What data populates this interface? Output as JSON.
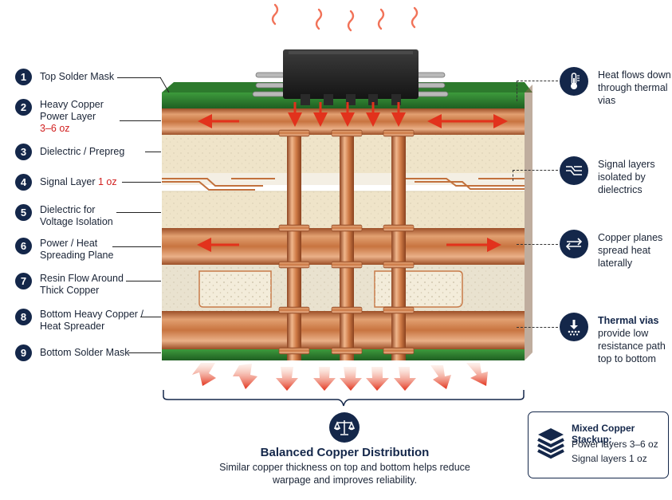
{
  "layers": [
    {
      "num": "1",
      "text": "Top Solder Mask",
      "highlight": ""
    },
    {
      "num": "2",
      "text": "Heavy Copper Power Layer",
      "highlight": "3–6 oz"
    },
    {
      "num": "3",
      "text": "Dielectric / Prepreg",
      "highlight": ""
    },
    {
      "num": "4",
      "text": "Signal Layer",
      "highlight": "1 oz"
    },
    {
      "num": "5",
      "text": "Dielectric for Voltage Isolation",
      "highlight": ""
    },
    {
      "num": "6",
      "text": "Power / Heat Spreading Plane",
      "highlight": ""
    },
    {
      "num": "7",
      "text": "Resin Flow Around Thick Copper",
      "highlight": ""
    },
    {
      "num": "8",
      "text": "Bottom Heavy Copper / Heat Spreader",
      "highlight": ""
    },
    {
      "num": "9",
      "text": "Bottom Solder Mask",
      "highlight": ""
    }
  ],
  "notes": [
    {
      "icon": "thermometer-icon",
      "bold": "",
      "text": "Heat flows down through thermal vias"
    },
    {
      "icon": "signal-traces-icon",
      "bold": "",
      "text": "Signal layers isolated by dielectrics"
    },
    {
      "icon": "lateral-arrows-icon",
      "bold": "",
      "text": "Copper planes spread heat laterally"
    },
    {
      "icon": "heat-down-icon",
      "bold": "Thermal vias",
      "text": "provide low resistance path top to bottom"
    }
  ],
  "balance": {
    "icon": "balance-scale-icon",
    "title": "Balanced Copper Distribution",
    "description": "Similar copper thickness on top and bottom helps reduce warpage and improves reliability."
  },
  "mixed": {
    "icon": "layers-stack-icon",
    "title": "Mixed Copper Stackup:",
    "lines": [
      "Power layers 3–6 oz",
      "Signal layers 1 oz"
    ]
  },
  "colors": {
    "navy": "#14274a",
    "copper": "#cf7a45",
    "solder_mask": "#2f7f31",
    "dielectric": "#efe4c9",
    "heat_red": "#e2321c",
    "highlight_red": "#d11f1f"
  }
}
